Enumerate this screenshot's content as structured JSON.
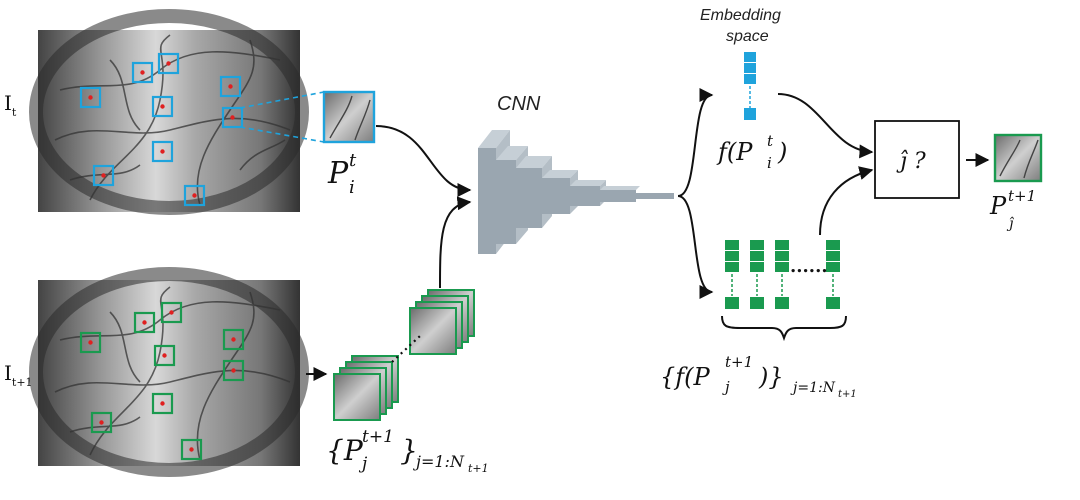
{
  "frames": {
    "top_label": "I",
    "top_label_sub": "t",
    "bottom_label": "I",
    "bottom_label_sub": "t+1"
  },
  "labels": {
    "cnn": "CNN",
    "embedding_line1": "Embedding",
    "embedding_line2": "space",
    "patch_i": {
      "base": "P",
      "sub": "i",
      "sup": "t"
    },
    "patch_set": {
      "open": "{",
      "base": "P",
      "sub": "j",
      "sup": "t+1",
      "close": "}",
      "range": "j=1:N",
      "range_sub": "t+1"
    },
    "f_patch_i": {
      "pre": "f(",
      "base": "P",
      "sub": "i",
      "sup": "t",
      "post": ")"
    },
    "f_patch_set": {
      "open": "{",
      "pre": "f(",
      "base": "P",
      "sub": "j",
      "sup": "t+1",
      "post": ")",
      "close": "}",
      "range": "j=1:N",
      "range_sub": "t+1"
    },
    "decision": "ĵ ?",
    "result": {
      "base": "P",
      "sub": "ĵ",
      "sup": "t+1"
    },
    "dots": "......"
  },
  "colors": {
    "blue": "#1fa3dc",
    "green": "#1a9a4f",
    "cnn_front": "#9aa6b0",
    "cnn_side": "#c6cfd6",
    "red": "#e02020"
  },
  "icons": {
    "image": "grayscale-retina-image",
    "patch": "image-patch-thumbnail",
    "embedding": "embedding-vector"
  }
}
